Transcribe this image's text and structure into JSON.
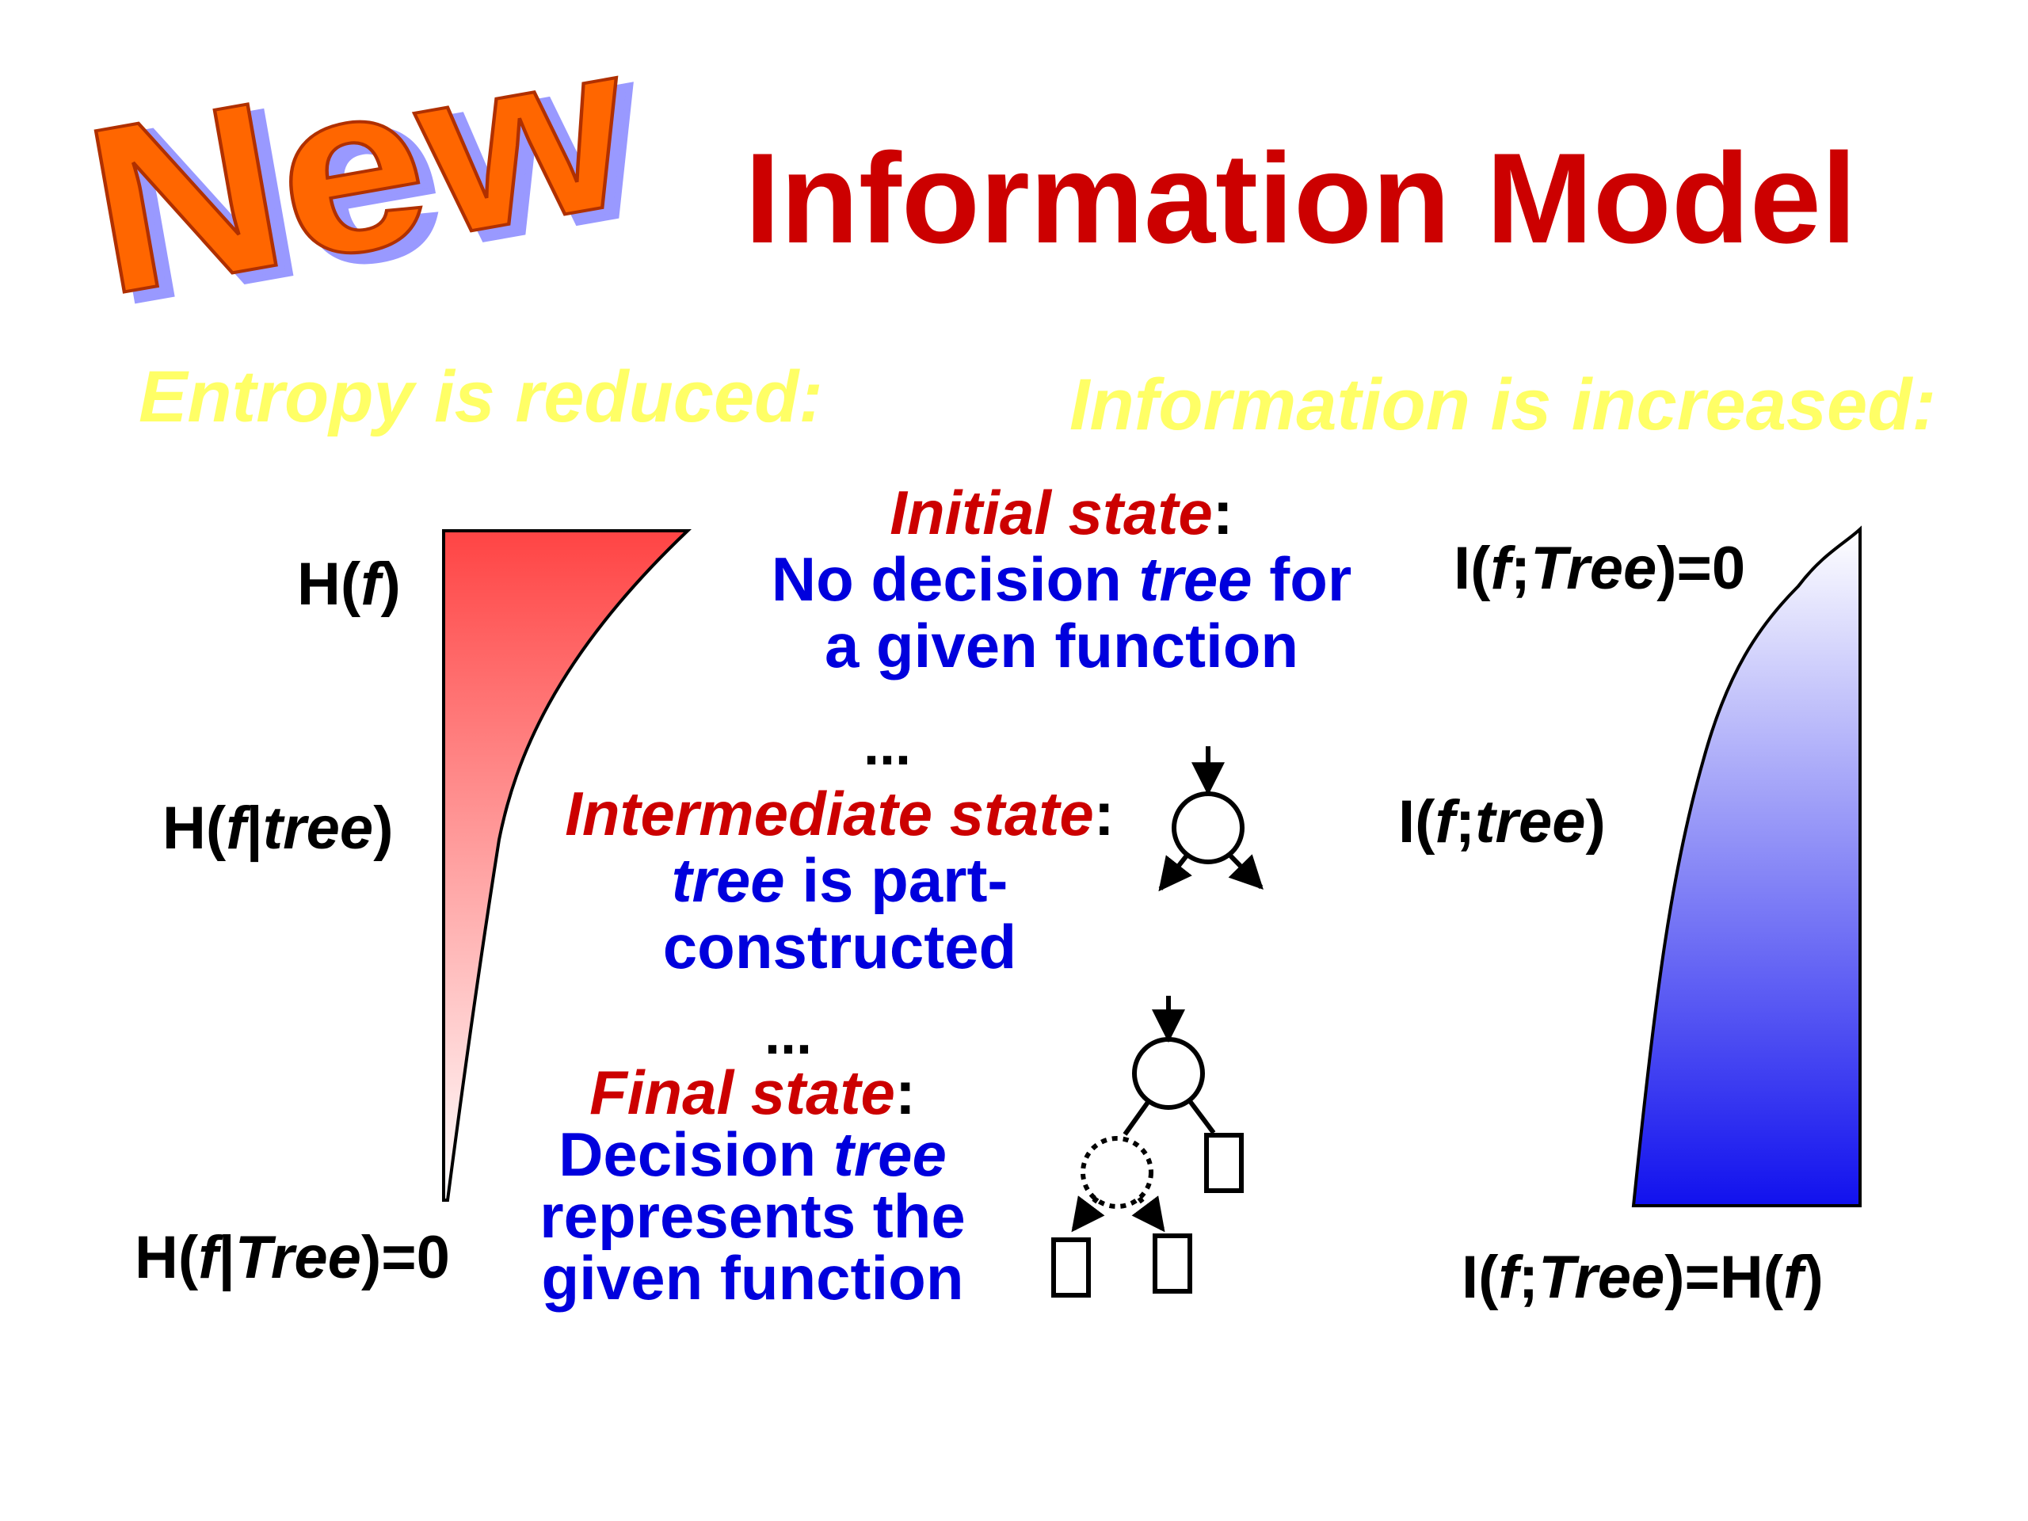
{
  "badge": {
    "text": "New"
  },
  "title": "Information Model",
  "left_heading": "Entropy is reduced:",
  "right_heading": "Information is increased:",
  "left_labels": {
    "top": {
      "pre": "H(",
      "var": "f",
      "post": ")"
    },
    "mid": {
      "pre": "H(",
      "var": "f",
      "sep": "|",
      "var2": "tree",
      "post": ")"
    },
    "bottom": {
      "pre": "H(",
      "var": "f",
      "sep": "|",
      "var2": "Tree",
      "post": ")=0"
    }
  },
  "right_labels": {
    "top": {
      "pre": "I(",
      "var": "f",
      "sep": ";",
      "var2": "Tree",
      "post": ")=0"
    },
    "mid": {
      "pre": "I(",
      "var": "f",
      "sep": ";",
      "var2": "tree",
      "post": ")"
    },
    "bottom": {
      "pre": "I(",
      "var": "f",
      "sep": ";",
      "var2": "Tree",
      "post": ")=H(",
      "var3": "f",
      "end": ")"
    }
  },
  "states": {
    "initial": {
      "head": "Initial state",
      "colon": ":",
      "line1_a": "No decision ",
      "line1_b": "tree",
      "line1_c": " for",
      "line2": "a given function"
    },
    "dots1": "...",
    "intermediate": {
      "head": "Intermediate state",
      "colon": ":",
      "line1_a": "tree",
      "line1_b": " is part-",
      "line2": "constructed"
    },
    "dots2": "...",
    "final": {
      "head": "Final state",
      "colon": ":",
      "line1_a": "Decision ",
      "line1_b": "tree",
      "line2": "represents the",
      "line3": "given function"
    }
  },
  "colors": {
    "title": "#cc0000",
    "heading": "#ffff66",
    "state_head": "#cc0000",
    "state_body": "#0000dd",
    "badge_fill": "#ff6600",
    "badge_shadow": "#9999ff",
    "entropy": "#ff4444",
    "information": "#1111ee"
  }
}
